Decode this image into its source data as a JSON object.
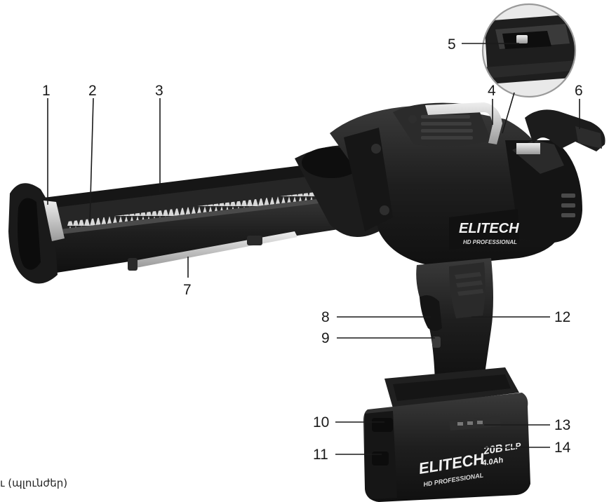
{
  "callouts": [
    {
      "id": "1",
      "label": "1"
    },
    {
      "id": "2",
      "label": "2"
    },
    {
      "id": "3",
      "label": "3"
    },
    {
      "id": "4",
      "label": "4"
    },
    {
      "id": "5",
      "label": "5"
    },
    {
      "id": "6",
      "label": "6"
    },
    {
      "id": "7",
      "label": "7"
    },
    {
      "id": "8",
      "label": "8"
    },
    {
      "id": "9",
      "label": "9"
    },
    {
      "id": "10",
      "label": "10"
    },
    {
      "id": "11",
      "label": "11"
    },
    {
      "id": "12",
      "label": "12"
    },
    {
      "id": "13",
      "label": "13"
    },
    {
      "id": "14",
      "label": "14"
    }
  ],
  "body_branding": {
    "brand": "ELITECH",
    "series": "HD PROFESSIONAL"
  },
  "battery_branding": {
    "brand": "ELITECH",
    "series": "HD PROFESSIONAL",
    "voltage": "20B",
    "capacity": "4.0Ah",
    "type": "ELP"
  },
  "caption": "ւ (պլունժեր)",
  "colors": {
    "body": "#1e1e1e",
    "highlight": "#3a3a3a",
    "metal": "#c9c9c9",
    "label_ink": "#1a1a1a"
  }
}
